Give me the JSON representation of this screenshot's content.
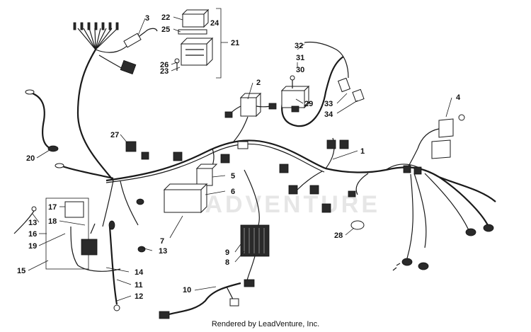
{
  "callouts": {
    "c1": "1",
    "c2": "2",
    "c3": "3",
    "c4": "4",
    "c5": "5",
    "c6": "6",
    "c7": "7",
    "c8": "8",
    "c9": "9",
    "c10": "10",
    "c11": "11",
    "c12": "12",
    "c13a": "13",
    "c13b": "13",
    "c14": "14",
    "c15": "15",
    "c16": "16",
    "c17": "17",
    "c18": "18",
    "c19": "19",
    "c20": "20",
    "c21": "21",
    "c22": "22",
    "c23": "23",
    "c24": "24",
    "c25": "25",
    "c26": "26",
    "c27": "27",
    "c28": "28",
    "c29": "29",
    "c30": "30",
    "c31": "31",
    "c32": "32",
    "c33": "33",
    "c34": "34"
  },
  "watermark": "LEADVENTURE",
  "footer": {
    "credit": "Rendered by LeadVenture, Inc."
  }
}
